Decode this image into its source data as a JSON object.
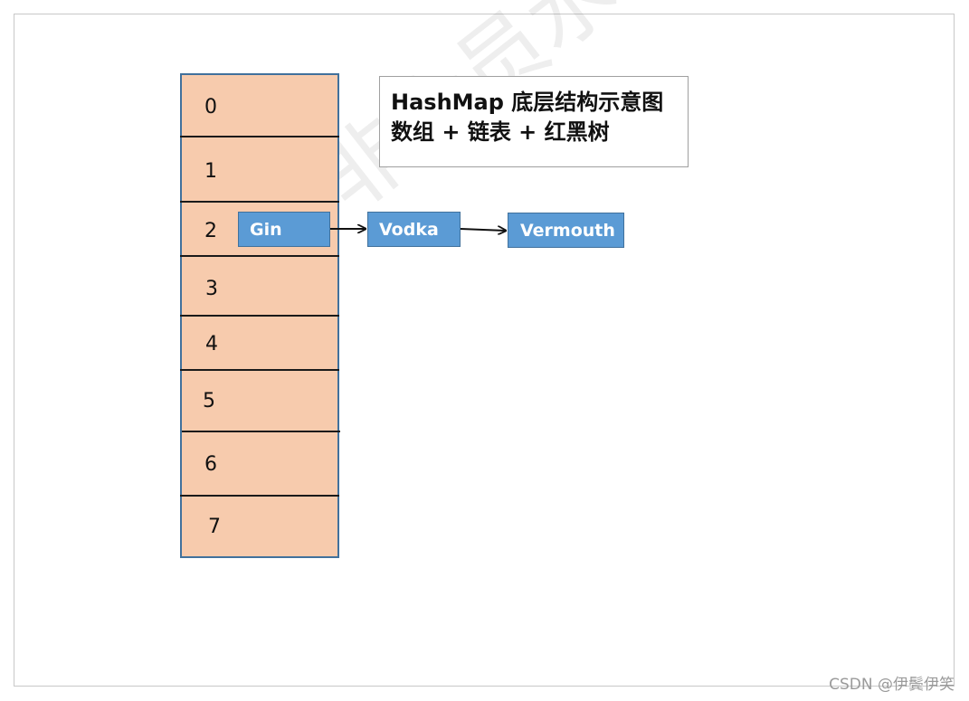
{
  "title": {
    "line1": "HashMap 底层结构示意图",
    "line2": "数组 + 链表 + 红黑树"
  },
  "array": {
    "indices": [
      "0",
      "1",
      "2",
      "3",
      "4",
      "5",
      "6",
      "7"
    ]
  },
  "chain": {
    "nodes": [
      "Gin",
      "Vodka",
      "Vermouth"
    ]
  },
  "watermark": "非会员水印",
  "credit": "CSDN @伊鬓伊笑",
  "colors": {
    "array_fill": "#f7cbad",
    "node_fill": "#5b9bd5",
    "node_border": "#41719c"
  }
}
